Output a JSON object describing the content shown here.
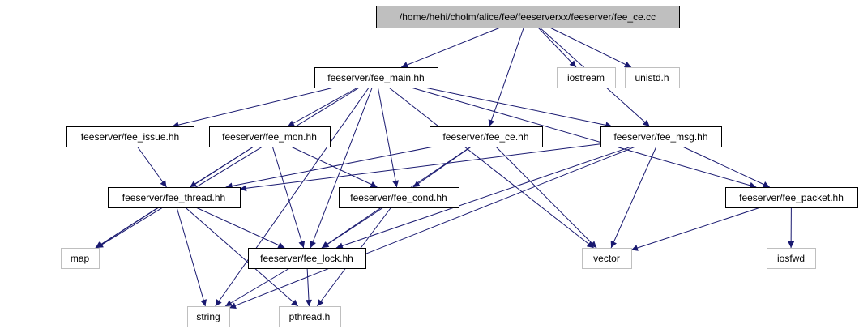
{
  "colors": {
    "edge": "#191970",
    "root_fill": "#bfbfbf",
    "node_border": "#000000",
    "external_border": "#bfbfbf",
    "text": "#000000"
  },
  "nodes": [
    {
      "id": "root",
      "label": "/home/hehi/cholm/alice/fee/feeserverxx/feeserver/fee_ce.cc",
      "kind": "root"
    },
    {
      "id": "fee_main",
      "label": "feeserver/fee_main.hh",
      "kind": "local"
    },
    {
      "id": "iostream",
      "label": "iostream",
      "kind": "external"
    },
    {
      "id": "unistd",
      "label": "unistd.h",
      "kind": "external"
    },
    {
      "id": "fee_issue",
      "label": "feeserver/fee_issue.hh",
      "kind": "local"
    },
    {
      "id": "fee_mon",
      "label": "feeserver/fee_mon.hh",
      "kind": "local"
    },
    {
      "id": "fee_ce",
      "label": "feeserver/fee_ce.hh",
      "kind": "local"
    },
    {
      "id": "fee_msg",
      "label": "feeserver/fee_msg.hh",
      "kind": "local"
    },
    {
      "id": "fee_thread",
      "label": "feeserver/fee_thread.hh",
      "kind": "local"
    },
    {
      "id": "fee_cond",
      "label": "feeserver/fee_cond.hh",
      "kind": "local"
    },
    {
      "id": "fee_packet",
      "label": "feeserver/fee_packet.hh",
      "kind": "local"
    },
    {
      "id": "map",
      "label": "map",
      "kind": "external"
    },
    {
      "id": "fee_lock",
      "label": "feeserver/fee_lock.hh",
      "kind": "local"
    },
    {
      "id": "vector",
      "label": "vector",
      "kind": "external"
    },
    {
      "id": "iosfwd",
      "label": "iosfwd",
      "kind": "external"
    },
    {
      "id": "string",
      "label": "string",
      "kind": "external"
    },
    {
      "id": "pthread",
      "label": "pthread.h",
      "kind": "external"
    }
  ],
  "edges": [
    {
      "from": "root",
      "to": "fee_main"
    },
    {
      "from": "root",
      "to": "iostream"
    },
    {
      "from": "root",
      "to": "unistd"
    },
    {
      "from": "root",
      "to": "fee_ce"
    },
    {
      "from": "root",
      "to": "fee_msg"
    },
    {
      "from": "fee_main",
      "to": "fee_issue"
    },
    {
      "from": "fee_main",
      "to": "fee_mon"
    },
    {
      "from": "fee_main",
      "to": "fee_msg"
    },
    {
      "from": "fee_main",
      "to": "fee_packet"
    },
    {
      "from": "fee_main",
      "to": "fee_cond"
    },
    {
      "from": "fee_main",
      "to": "fee_lock"
    },
    {
      "from": "fee_main",
      "to": "vector"
    },
    {
      "from": "fee_main",
      "to": "map"
    },
    {
      "from": "fee_main",
      "to": "string"
    },
    {
      "from": "fee_issue",
      "to": "fee_thread"
    },
    {
      "from": "fee_mon",
      "to": "fee_thread"
    },
    {
      "from": "fee_mon",
      "to": "fee_cond"
    },
    {
      "from": "fee_mon",
      "to": "fee_lock"
    },
    {
      "from": "fee_mon",
      "to": "map"
    },
    {
      "from": "fee_ce",
      "to": "fee_thread"
    },
    {
      "from": "fee_ce",
      "to": "fee_cond"
    },
    {
      "from": "fee_ce",
      "to": "fee_lock"
    },
    {
      "from": "fee_ce",
      "to": "vector"
    },
    {
      "from": "fee_msg",
      "to": "fee_thread"
    },
    {
      "from": "fee_msg",
      "to": "fee_packet"
    },
    {
      "from": "fee_msg",
      "to": "fee_lock"
    },
    {
      "from": "fee_msg",
      "to": "vector"
    },
    {
      "from": "fee_msg",
      "to": "string"
    },
    {
      "from": "fee_thread",
      "to": "map"
    },
    {
      "from": "fee_thread",
      "to": "fee_lock"
    },
    {
      "from": "fee_thread",
      "to": "string"
    },
    {
      "from": "fee_thread",
      "to": "pthread"
    },
    {
      "from": "fee_cond",
      "to": "fee_lock"
    },
    {
      "from": "fee_cond",
      "to": "pthread"
    },
    {
      "from": "fee_packet",
      "to": "vector"
    },
    {
      "from": "fee_packet",
      "to": "iosfwd"
    },
    {
      "from": "fee_lock",
      "to": "string"
    },
    {
      "from": "fee_lock",
      "to": "pthread"
    }
  ]
}
